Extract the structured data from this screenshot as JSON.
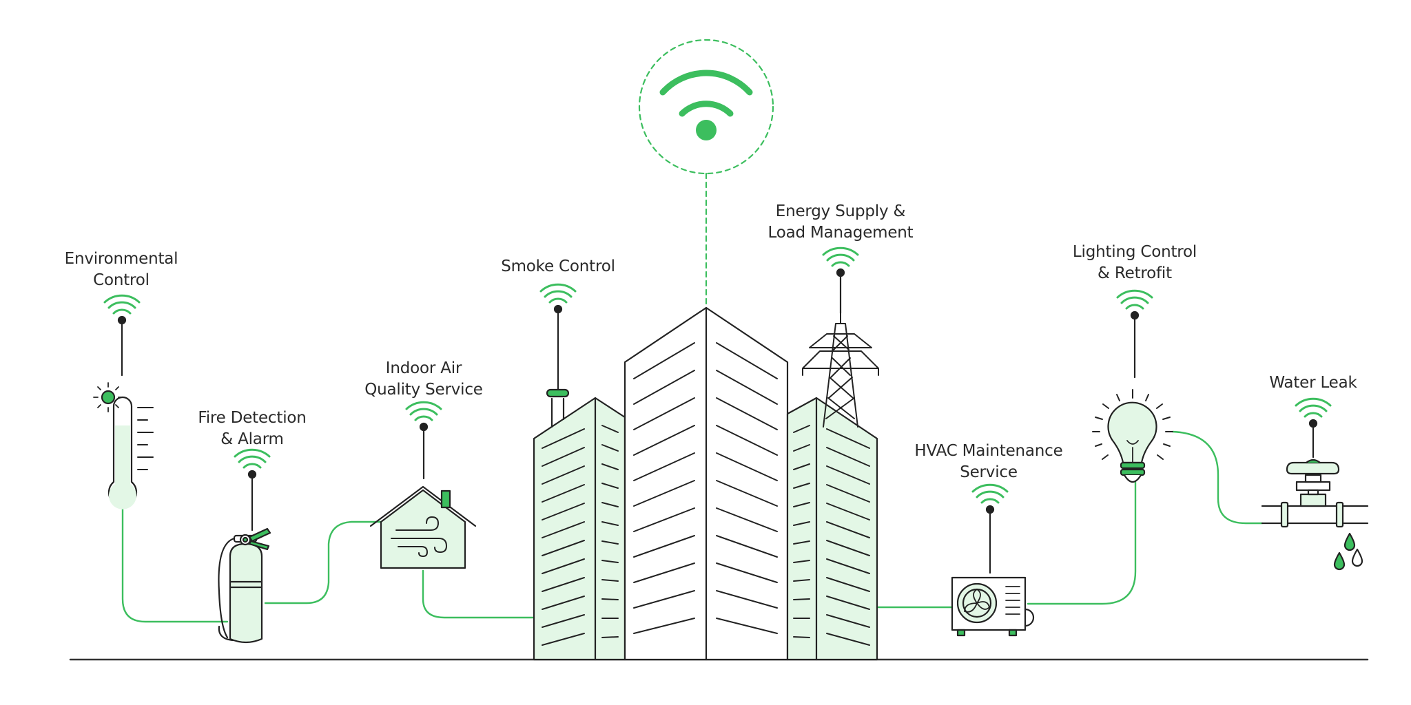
{
  "colors": {
    "accent": "#3cbe5e",
    "fill_light": "#e3f7e6",
    "line_dark": "#222222",
    "background": "#ffffff"
  },
  "hub": {
    "icon": "wifi-icon"
  },
  "devices": [
    {
      "id": "environmental-control",
      "label_lines": [
        "Environmental",
        "Control"
      ],
      "icon": "thermometer-icon"
    },
    {
      "id": "fire-detection",
      "label_lines": [
        "Fire Detection",
        "& Alarm"
      ],
      "icon": "fire-extinguisher-icon"
    },
    {
      "id": "indoor-air-quality",
      "label_lines": [
        "Indoor Air",
        "Quality Service"
      ],
      "icon": "house-air-icon"
    },
    {
      "id": "smoke-control",
      "label_lines": [
        "Smoke Control"
      ],
      "icon": "chimney-icon"
    },
    {
      "id": "energy-supply",
      "label_lines": [
        "Energy Supply &",
        "Load Management"
      ],
      "icon": "power-tower-icon"
    },
    {
      "id": "hvac-maintenance",
      "label_lines": [
        "HVAC Maintenance",
        "Service"
      ],
      "icon": "ac-unit-icon"
    },
    {
      "id": "lighting-control",
      "label_lines": [
        "Lighting Control",
        "& Retrofit"
      ],
      "icon": "light-bulb-icon"
    },
    {
      "id": "water-leak",
      "label_lines": [
        "Water Leak"
      ],
      "icon": "water-pipe-icon"
    }
  ]
}
